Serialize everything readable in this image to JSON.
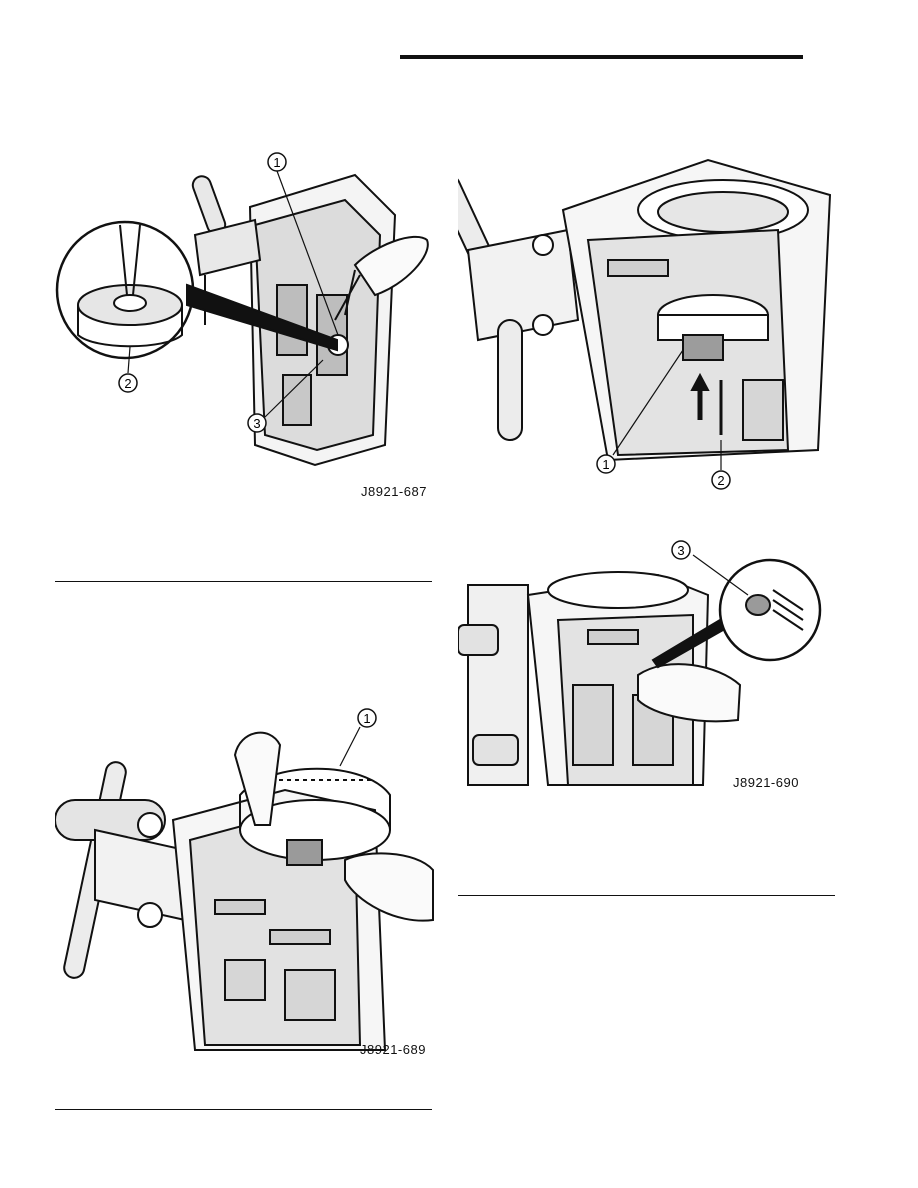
{
  "figures": [
    {
      "id": "J8921-687",
      "callouts": [
        "1",
        "2",
        "3"
      ]
    },
    {
      "id": "J8921-689",
      "callouts": [
        "1"
      ]
    },
    {
      "id": "",
      "callouts": [
        "1",
        "2"
      ]
    },
    {
      "id": "J8921-690",
      "callouts": [
        "3"
      ]
    }
  ]
}
